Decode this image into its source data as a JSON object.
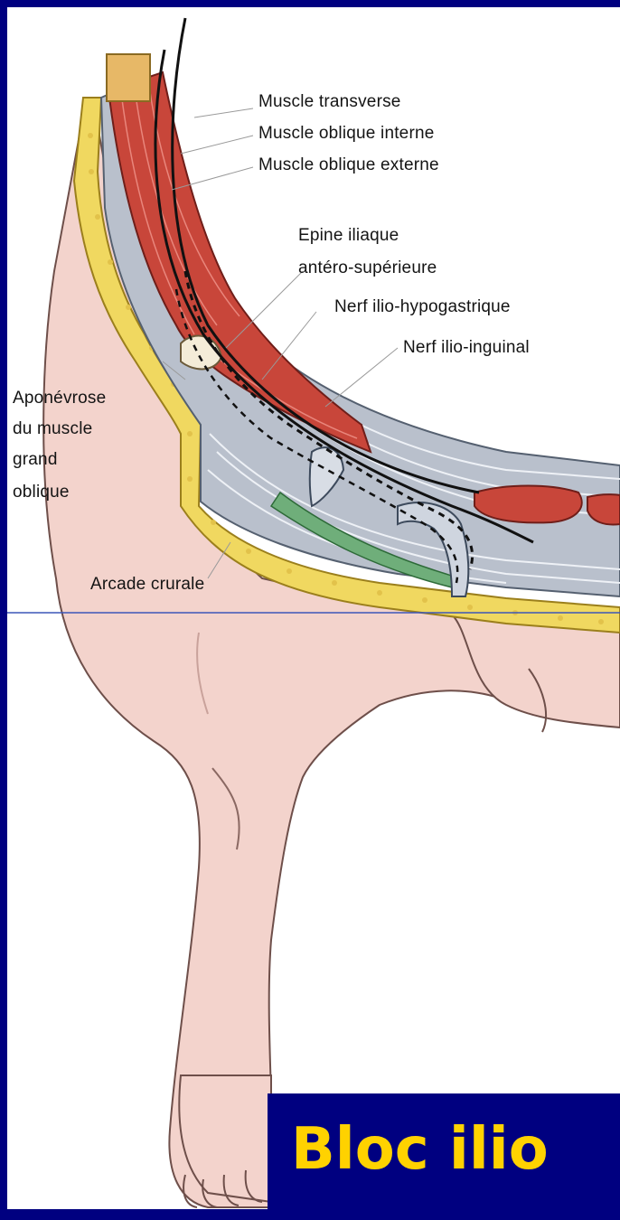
{
  "labels": {
    "muscle_transverse": "Muscle transverse",
    "muscle_oblique_interne": "Muscle oblique interne",
    "muscle_oblique_externe": "Muscle oblique externe",
    "epine_line1": "Epine iliaque",
    "epine_line2": "antéro-supérieure",
    "nerf_ilio_hypogastrique": "Nerf ilio-hypogastrique",
    "nerf_ilio_inguinal": "Nerf ilio-inguinal",
    "aponevrose_line1": "Aponévrose",
    "aponevrose_line2": "du muscle",
    "aponevrose_line3": "grand",
    "aponevrose_line4": "oblique",
    "arcade_crurale": "Arcade crurale"
  },
  "slide_title": "Bloc ilio",
  "colors": {
    "slide_background": "#000080",
    "title_text": "#ffd200",
    "skin": "#f3d3cc",
    "muscle": "#c8463a",
    "fat_layer": "#f0d860",
    "aponeurosis": "#b9c0cc",
    "ligament_green": "#6fae7a",
    "guide_line": "#3c56b8"
  },
  "icons": [
    "needle-icon",
    "nerve-path-icon"
  ]
}
